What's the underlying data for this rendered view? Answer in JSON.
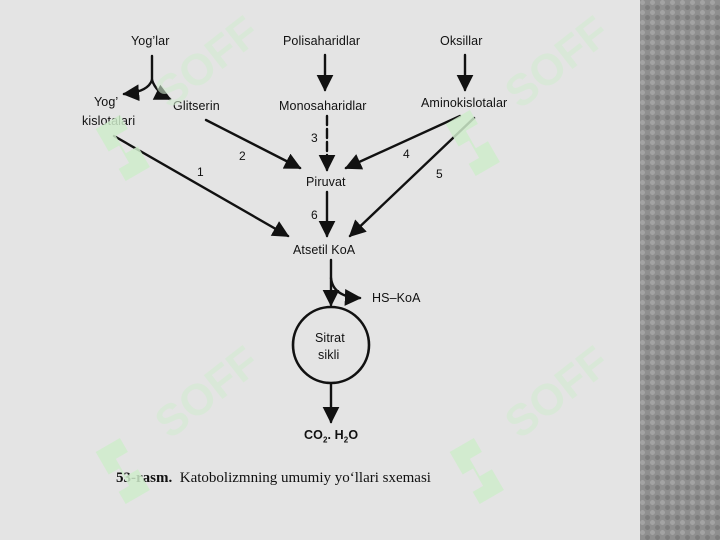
{
  "watermark": {
    "text": "SOFF",
    "color": "#d6f0d0"
  },
  "nodes": {
    "yoglar": "Yog’lar",
    "polisaharidlar": "Polisaharidlar",
    "oksillar": "Oksillar",
    "yog_kislotalari_1": "Yog’",
    "yog_kislotalari_2": "kislotalari",
    "glitserin": "Glitserin",
    "monosaharidlar": "Monosaharidlar",
    "aminokislotalar": "Aminokislotalar",
    "piruvat": "Piruvat",
    "atsetil_koa": "Atsetil KoA",
    "hs_koa": "HS–KoA",
    "sitrat_1": "Sitrat",
    "sitrat_2": "sikli",
    "co2": "CO",
    "co2_sub": "2",
    "co2_sep": ". H",
    "h2o_sub": "2",
    "h2o": "O"
  },
  "pathways": {
    "p1": "1",
    "p2": "2",
    "p3": "3",
    "p4": "4",
    "p5": "5",
    "p6": "6"
  },
  "caption": {
    "label": "53-rasm.",
    "text": "Katobolizmning umumiy yo‘llari sxemasi"
  }
}
